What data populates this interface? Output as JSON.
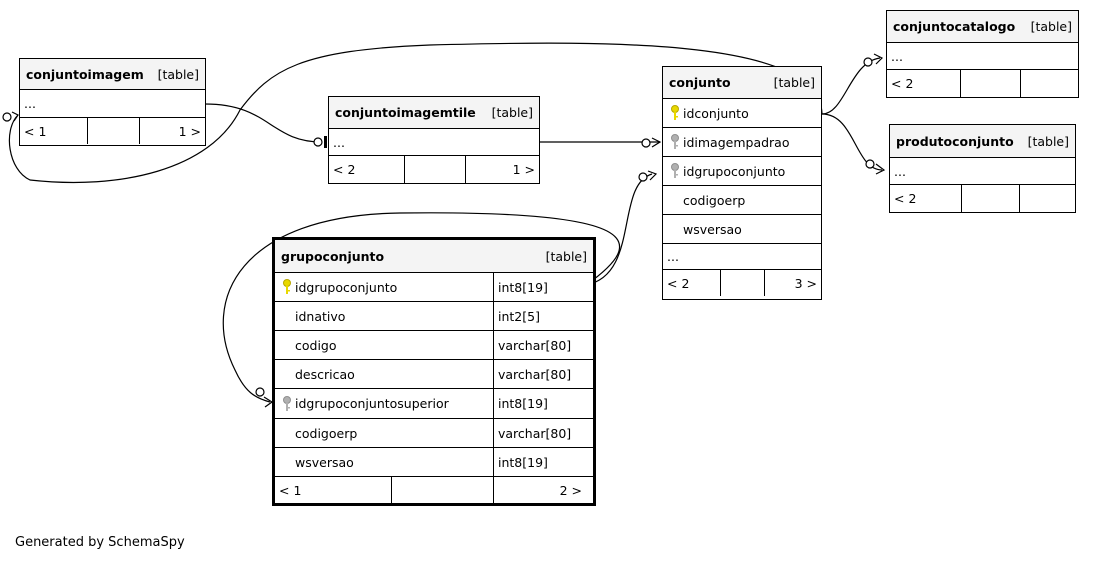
{
  "tables": {
    "conjuntoimagem": {
      "name": "conjuntoimagem",
      "kind": "[table]",
      "ellipsis": "...",
      "parents": "< 1",
      "children": "1 >"
    },
    "conjuntoimagemtile": {
      "name": "conjuntoimagemtile",
      "kind": "[table]",
      "ellipsis": "...",
      "parents": "< 2",
      "children": "1 >"
    },
    "conjunto": {
      "name": "conjunto",
      "kind": "[table]",
      "columns": [
        "idconjunto",
        "idimagempadrao",
        "idgrupoconjunto",
        "codigoerp",
        "wsversao"
      ],
      "ellipsis": "...",
      "parents": "< 2",
      "children": "3 >"
    },
    "conjuntocatalogo": {
      "name": "conjuntocatalogo",
      "kind": "[table]",
      "ellipsis": "...",
      "parents": "< 2"
    },
    "produtoconjunto": {
      "name": "produtoconjunto",
      "kind": "[table]",
      "ellipsis": "...",
      "parents": "< 2"
    },
    "grupoconjunto": {
      "name": "grupoconjunto",
      "kind": "[table]",
      "columns": [
        {
          "name": "idgrupoconjunto",
          "type": "int8[19]"
        },
        {
          "name": "idnativo",
          "type": "int2[5]"
        },
        {
          "name": "codigo",
          "type": "varchar[80]"
        },
        {
          "name": "descricao",
          "type": "varchar[80]"
        },
        {
          "name": "idgrupoconjuntosuperior",
          "type": "int8[19]"
        },
        {
          "name": "codigoerp",
          "type": "varchar[80]"
        },
        {
          "name": "wsversao",
          "type": "int8[19]"
        }
      ],
      "parents": "< 1",
      "children": "2 >"
    }
  },
  "key_icons": {
    "primary": "yellow-key-icon",
    "foreign": "gray-key-icon"
  },
  "colors": {
    "primary_key": "#e8d800",
    "foreign_key": "#a8a8a8",
    "header_bg": "#f4f4f4"
  },
  "footer": "Generated by SchemaSpy"
}
